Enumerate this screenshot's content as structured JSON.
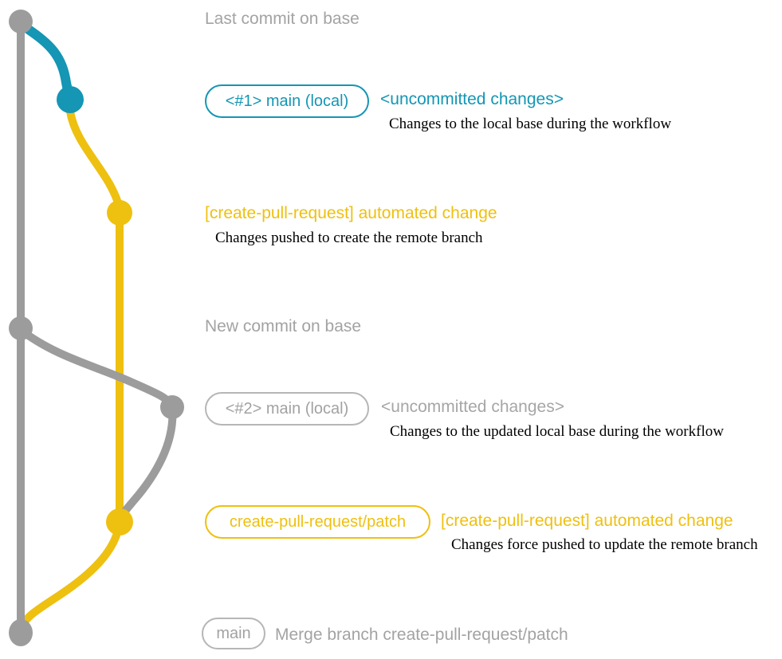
{
  "colors": {
    "branch_gray": "#9c9c9c",
    "text_gray": "#a3a3a3",
    "teal": "#1496b4",
    "yellow": "#eec010",
    "description_black": "#000000"
  },
  "graph": {
    "nodes": [
      {
        "id": "commit-base-1",
        "color": "gray",
        "meaning": "Last commit on base"
      },
      {
        "id": "commit-local-1",
        "color": "teal",
        "meaning": "local main commit #1"
      },
      {
        "id": "commit-automated-1",
        "color": "yellow",
        "meaning": "automated change commit"
      },
      {
        "id": "commit-base-2",
        "color": "gray",
        "meaning": "New commit on base"
      },
      {
        "id": "commit-local-2",
        "color": "gray",
        "meaning": "local main commit #2"
      },
      {
        "id": "commit-automated-2",
        "color": "yellow",
        "meaning": "force-pushed automated change commit"
      },
      {
        "id": "commit-merge",
        "color": "gray",
        "meaning": "merge commit on main"
      }
    ]
  },
  "annotations": {
    "last_commit_label": "Last commit on base",
    "row1": {
      "badge": "<#1> main (local)",
      "status": "<uncommitted changes>",
      "note": "Changes to the local base during the workflow"
    },
    "row2": {
      "title": "[create-pull-request] automated change",
      "note": "Changes pushed to create the remote branch"
    },
    "new_commit_label": "New commit on base",
    "row3": {
      "badge": "<#2> main (local)",
      "status": "<uncommitted changes>",
      "note": "Changes to the updated local base during the workflow"
    },
    "row4": {
      "badge": "create-pull-request/patch",
      "title": "[create-pull-request] automated change",
      "note": "Changes force pushed to update the remote branch"
    },
    "row5": {
      "badge": "main",
      "message": "Merge branch create-pull-request/patch"
    }
  }
}
